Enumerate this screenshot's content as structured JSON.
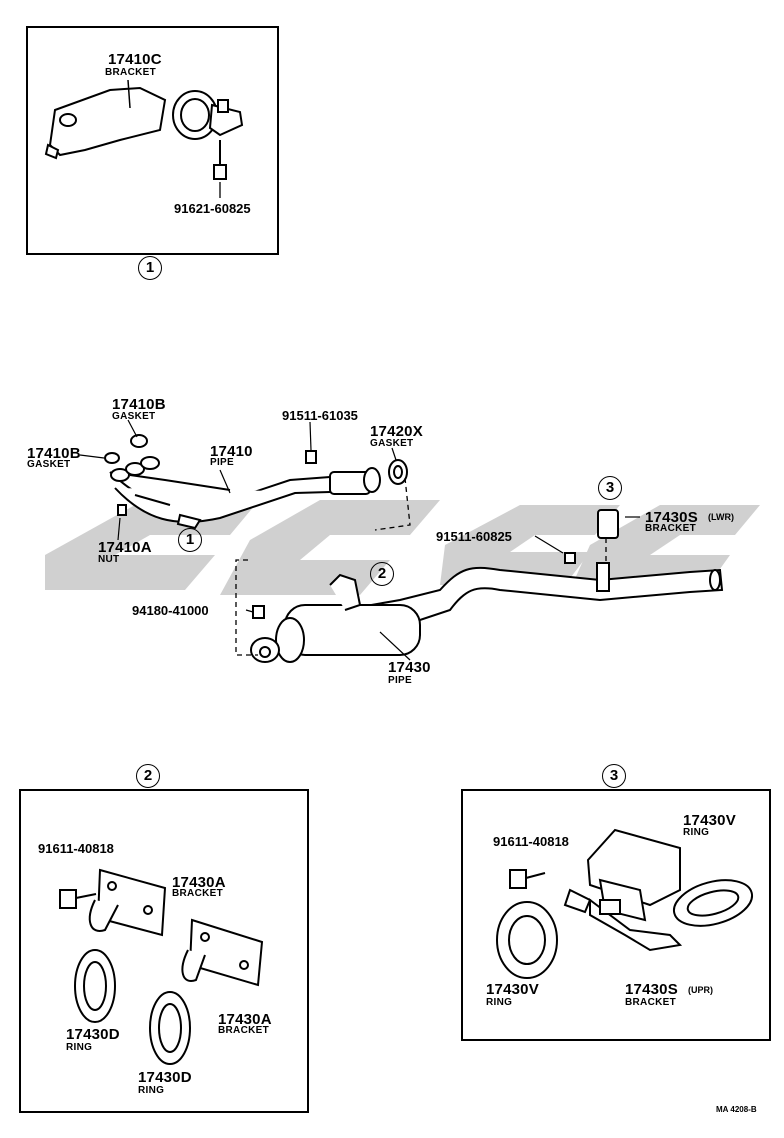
{
  "watermark": {
    "color": "#c8c8c8"
  },
  "callouts": {
    "c1": "1",
    "c2": "2",
    "c3": "3"
  },
  "parts": {
    "p17410C": {
      "number": "17410C",
      "desc": "BRACKET"
    },
    "p91621_60825": {
      "number": "91621-60825"
    },
    "p17410B_top": {
      "number": "17410B",
      "desc": "GASKET"
    },
    "p17410B_left": {
      "number": "17410B",
      "desc": "GASKET"
    },
    "p17410": {
      "number": "17410",
      "desc": "PIPE"
    },
    "p91511_61035": {
      "number": "91511-61035"
    },
    "p17420X": {
      "number": "17420X",
      "desc": "GASKET"
    },
    "p17410A": {
      "number": "17410A",
      "desc": "NUT"
    },
    "p91511_60825": {
      "number": "91511-60825"
    },
    "p17430S_lwr": {
      "number": "17430S",
      "suffix": "(LWR)",
      "desc": "BRACKET"
    },
    "p94180_41000": {
      "number": "94180-41000"
    },
    "p17430": {
      "number": "17430",
      "desc": "PIPE"
    },
    "p91611_40818_a": {
      "number": "91611-40818"
    },
    "p17430A_1": {
      "number": "17430A",
      "desc": "BRACKET"
    },
    "p17430A_2": {
      "number": "17430A",
      "desc": "BRACKET"
    },
    "p17430D_1": {
      "number": "17430D",
      "desc": "RING"
    },
    "p17430D_2": {
      "number": "17430D",
      "desc": "RING"
    },
    "p91611_40818_b": {
      "number": "91611-40818"
    },
    "p17430V_1": {
      "number": "17430V",
      "desc": "RING"
    },
    "p17430V_2": {
      "number": "17430V",
      "desc": "RING"
    },
    "p17430S_upr": {
      "number": "17430S",
      "suffix": "(UPR)",
      "desc": "BRACKET"
    }
  },
  "reference": "MA 4208-B"
}
